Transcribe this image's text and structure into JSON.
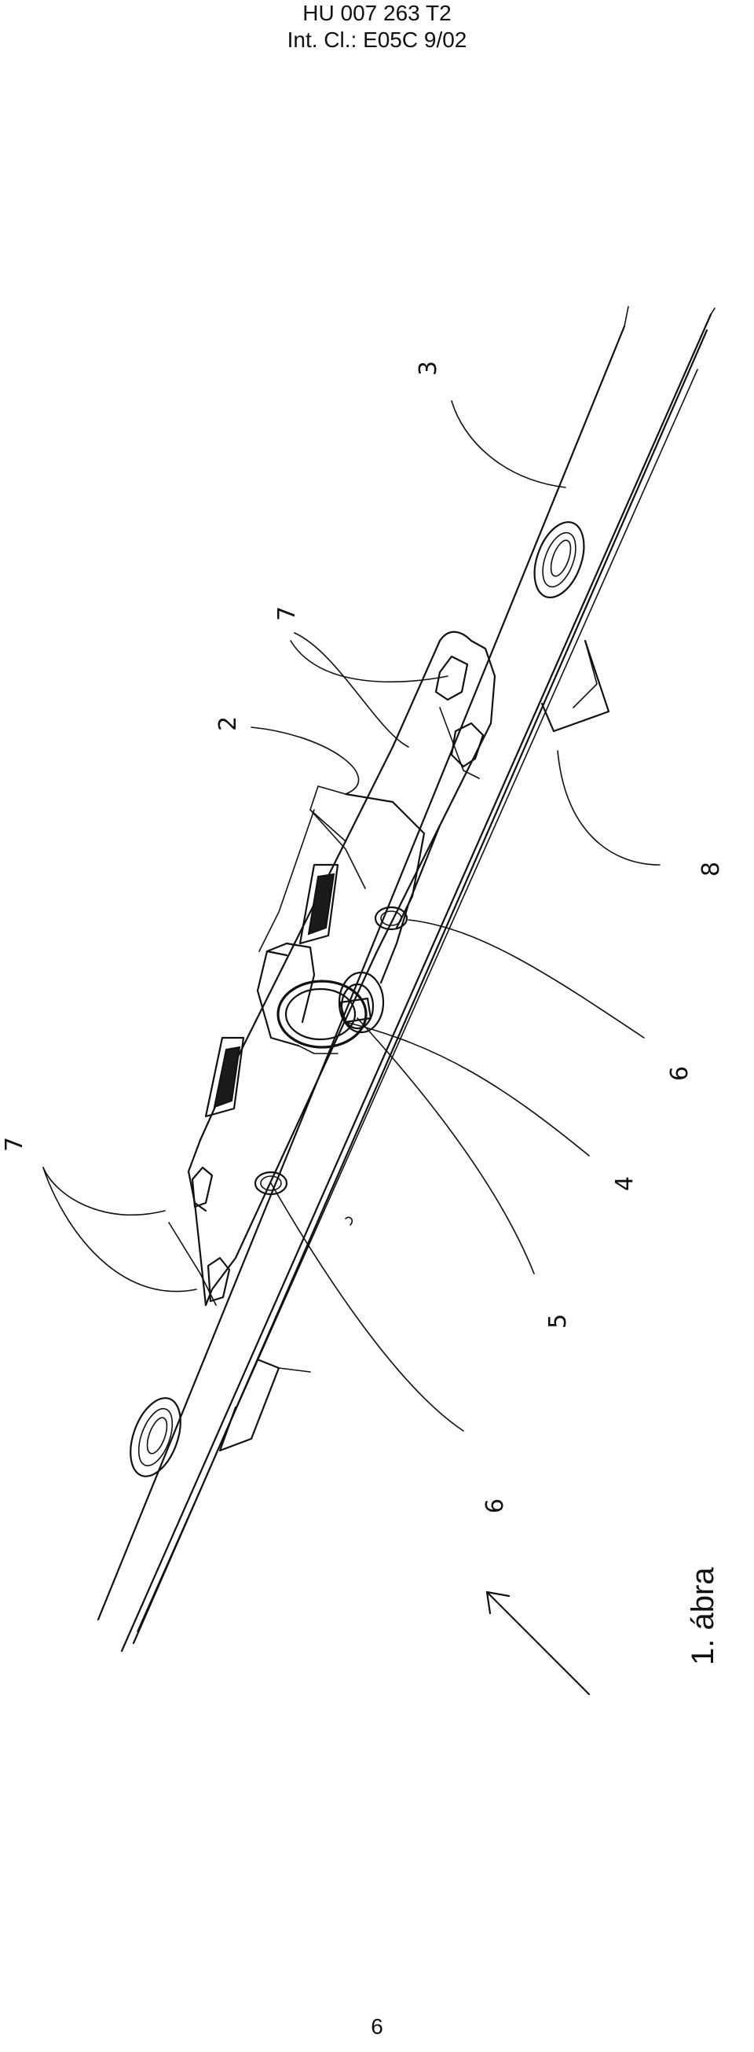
{
  "header": {
    "doc_number": "HU 007 263 T2",
    "classification": "Int. Cl.: E05C 9/02"
  },
  "figure": {
    "caption": "1. ábra",
    "reference_labels": [
      "3",
      "2",
      "7",
      "7",
      "8",
      "6",
      "4",
      "5",
      "6"
    ]
  },
  "footer": {
    "page_number": "6"
  }
}
